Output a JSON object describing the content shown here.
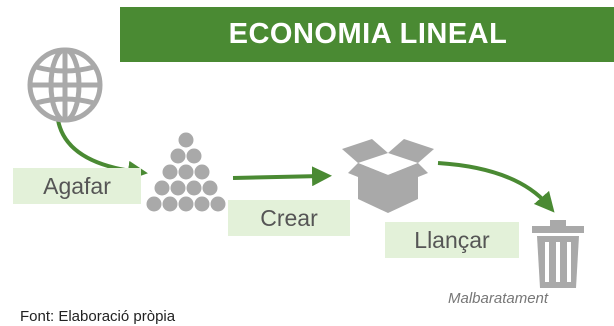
{
  "title": "ECONOMIA LINEAL",
  "steps": [
    {
      "label": "Agafar",
      "icon": "globe-icon"
    },
    {
      "label": "Crear",
      "icon": "stacked-spheres-icon"
    },
    {
      "label": "Llançar",
      "icon": "open-box-icon"
    }
  ],
  "end": {
    "label": "Malbaratament",
    "icon": "trash-can-icon"
  },
  "source": "Font: Elaboració pròpia",
  "colors": {
    "banner": "#4a8a33",
    "arrow": "#4a8a33",
    "label_bg": "#e3f1d9",
    "icon": "#a9a9a9"
  }
}
